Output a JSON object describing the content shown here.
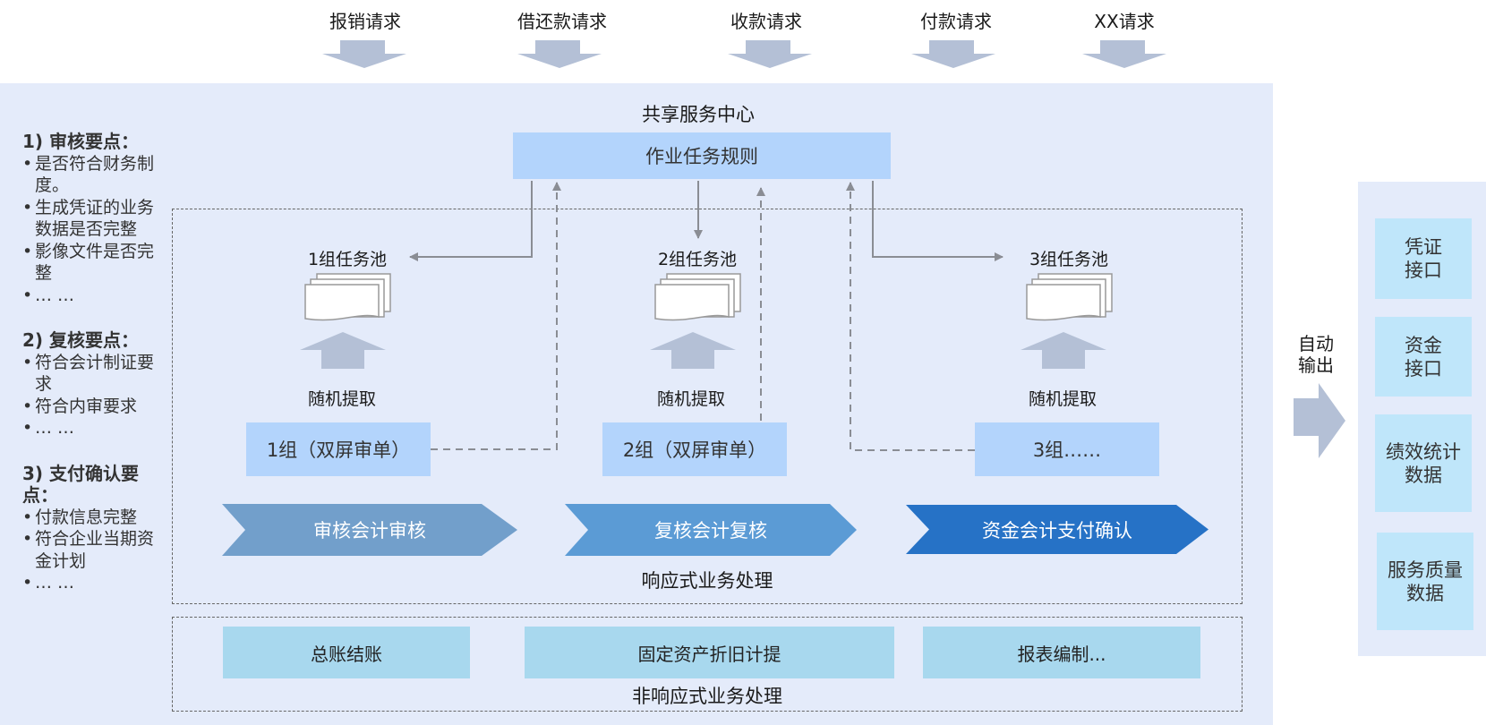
{
  "requests": [
    {
      "label": "报销请求"
    },
    {
      "label": "借还款请求"
    },
    {
      "label": "收款请求"
    },
    {
      "label": "付款请求"
    },
    {
      "label": "XX请求"
    }
  ],
  "center": {
    "title": "共享服务中心",
    "rule_box": "作业任务规则"
  },
  "notes": [
    {
      "heading": "1) 审核要点：",
      "items": [
        "是否符合财务制度。",
        "生成凭证的业务数据是否完整",
        "影像文件是否完整",
        "… …"
      ]
    },
    {
      "heading": "2) 复核要点：",
      "items": [
        "符合会计制证要求",
        "符合内审要求",
        "… …"
      ]
    },
    {
      "heading": "3) 支付确认要点：",
      "items": [
        "付款信息完整",
        "符合企业当期资金计划",
        "… …"
      ]
    }
  ],
  "pools": [
    {
      "title": "1组任务池",
      "pick": "随机提取",
      "group": "1组（双屏审单）"
    },
    {
      "title": "2组任务池",
      "pick": "随机提取",
      "group": "2组（双屏审单）"
    },
    {
      "title": "3组任务池",
      "pick": "随机提取",
      "group": "3组……"
    }
  ],
  "ribbons": [
    {
      "label": "审核会计审核",
      "color": "#729fcb"
    },
    {
      "label": "复核会计复核",
      "color": "#5b9bd5"
    },
    {
      "label": "资金会计支付确认",
      "color": "#2672c6"
    }
  ],
  "responsive_label": "响应式业务处理",
  "non_responsive": {
    "tasks": [
      "总账结账",
      "固定资产折旧计提",
      "报表编制..."
    ],
    "label": "非响应式业务处理"
  },
  "auto_output": "自动输出",
  "outputs": [
    {
      "label": "凭证接口"
    },
    {
      "label": "资金接口"
    },
    {
      "label": "绩效统计数据"
    },
    {
      "label": "服务质量数据"
    }
  ]
}
